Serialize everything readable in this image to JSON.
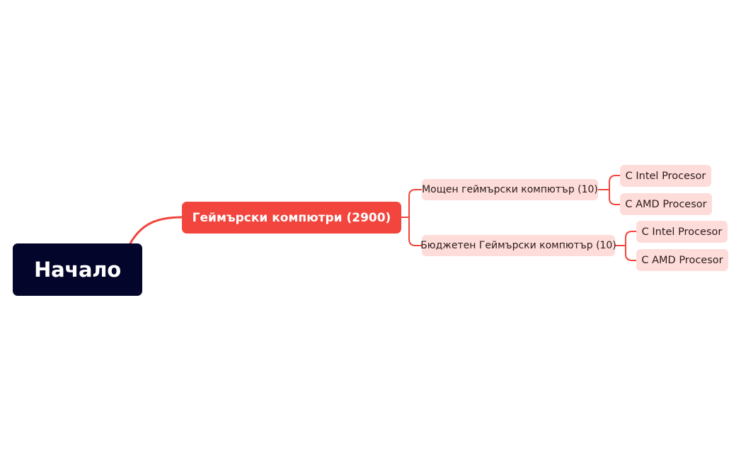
{
  "mindmap": {
    "root": {
      "label": "Начало"
    },
    "main_topic": {
      "label": "Геймърски компютри (2900)"
    },
    "subtopics": [
      {
        "label": "Мощен геймърски компютър (10)",
        "children": [
          {
            "label": "C Intel Procesor"
          },
          {
            "label": "C AMD Procesor"
          }
        ]
      },
      {
        "label": "Бюджетен Геймърски компютър (10)",
        "children": [
          {
            "label": "C Intel Procesor"
          },
          {
            "label": "C AMD Procesor"
          }
        ]
      }
    ]
  },
  "colors": {
    "root_fill": "#03062a",
    "main_fill": "#f2453d",
    "sub_fill": "#fddcd9",
    "connector": "#f2453d"
  }
}
